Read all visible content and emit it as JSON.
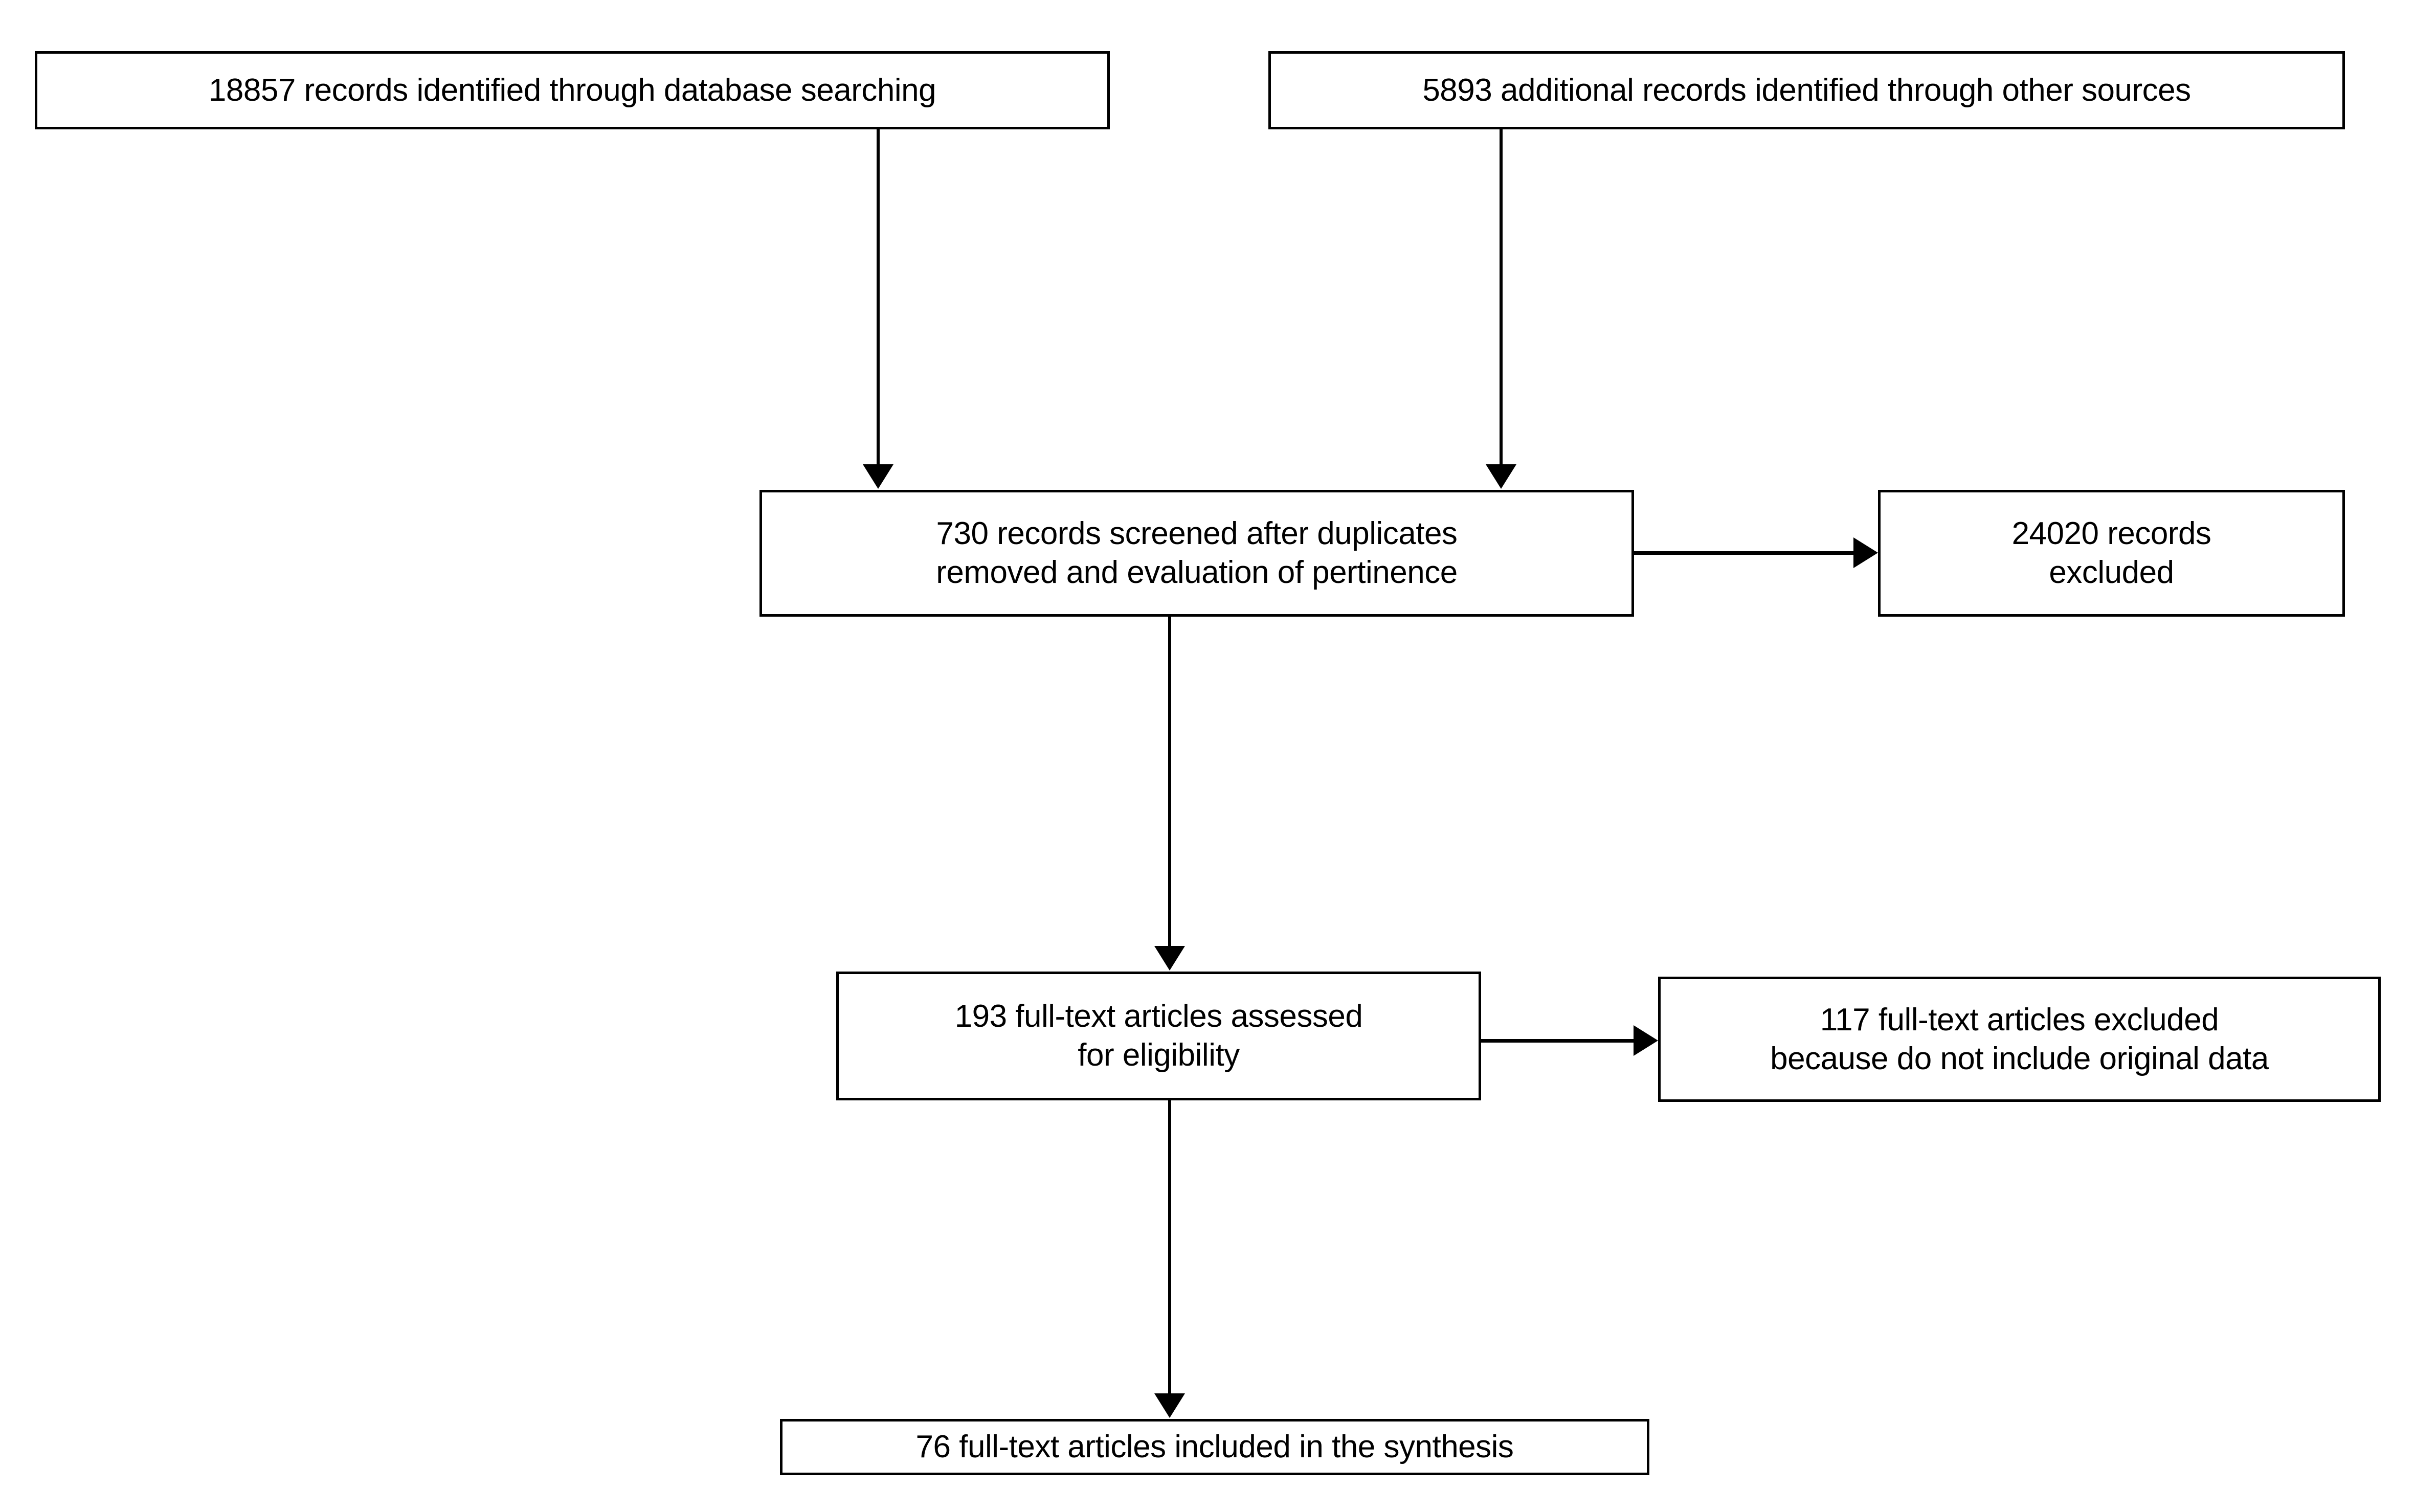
{
  "diagram": {
    "type": "prisma-flow-diagram",
    "title": "PRISMA study selection flow diagram",
    "stroke_color": "#000000",
    "background_color": "#ffffff",
    "nodes": [
      {
        "id": "db",
        "name": "records-identified-database",
        "text": "18857 records identified through database searching",
        "count": 18857
      },
      {
        "id": "other",
        "name": "records-identified-other",
        "text": "5893 additional records identified through other sources",
        "count": 5893
      },
      {
        "id": "screened",
        "name": "records-screened",
        "text": "730 records screened after duplicates\nremoved and evaluation of pertinence",
        "count": 730
      },
      {
        "id": "excluded",
        "name": "records-excluded",
        "text": "24020 records\nexcluded",
        "count": 24020
      },
      {
        "id": "fulltext",
        "name": "full-text-assessed",
        "text": "193 full-text  articles assessed\nfor eligibility",
        "count": 193
      },
      {
        "id": "ftexcl",
        "name": "full-text-excluded",
        "text": "117 full-text  articles excluded\nbecause do not include original data",
        "count": 117
      },
      {
        "id": "included",
        "name": "articles-included",
        "text": "76 full-text articles included in the synthesis",
        "count": 76
      }
    ],
    "edges": [
      {
        "from": "db",
        "to": "screened",
        "direction": "down"
      },
      {
        "from": "other",
        "to": "screened",
        "direction": "down"
      },
      {
        "from": "screened",
        "to": "excluded",
        "direction": "right"
      },
      {
        "from": "screened",
        "to": "fulltext",
        "direction": "down"
      },
      {
        "from": "fulltext",
        "to": "ftexcl",
        "direction": "right"
      },
      {
        "from": "fulltext",
        "to": "included",
        "direction": "down"
      }
    ]
  }
}
